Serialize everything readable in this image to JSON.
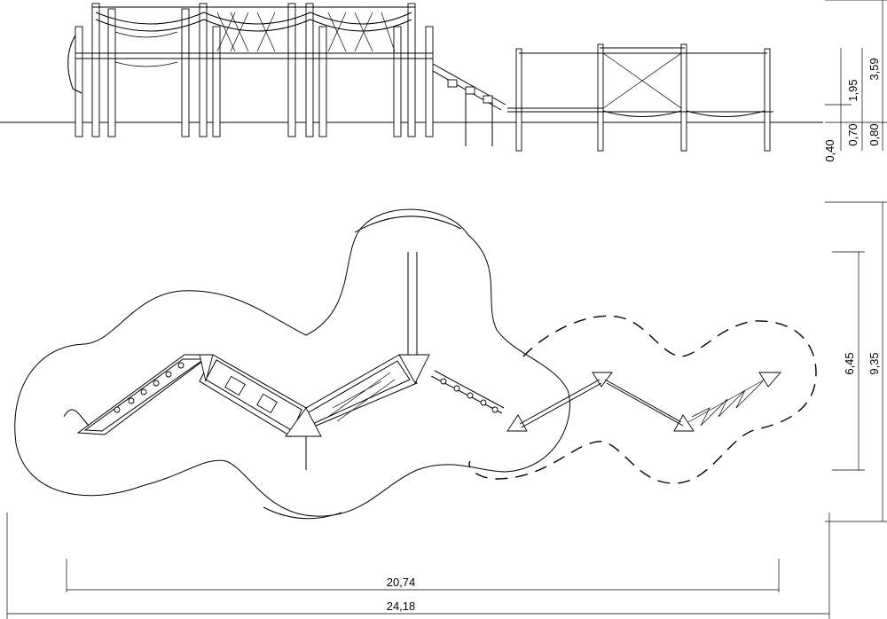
{
  "dimensions": {
    "height_total": "3,59",
    "height_deck": "1,95",
    "height_step_a": "0,70",
    "height_step_b": "0,80",
    "depth_below": "0,40",
    "width_inner": "6,45",
    "width_total": "9,35",
    "length_inner": "20,74",
    "length_total": "24,18"
  }
}
